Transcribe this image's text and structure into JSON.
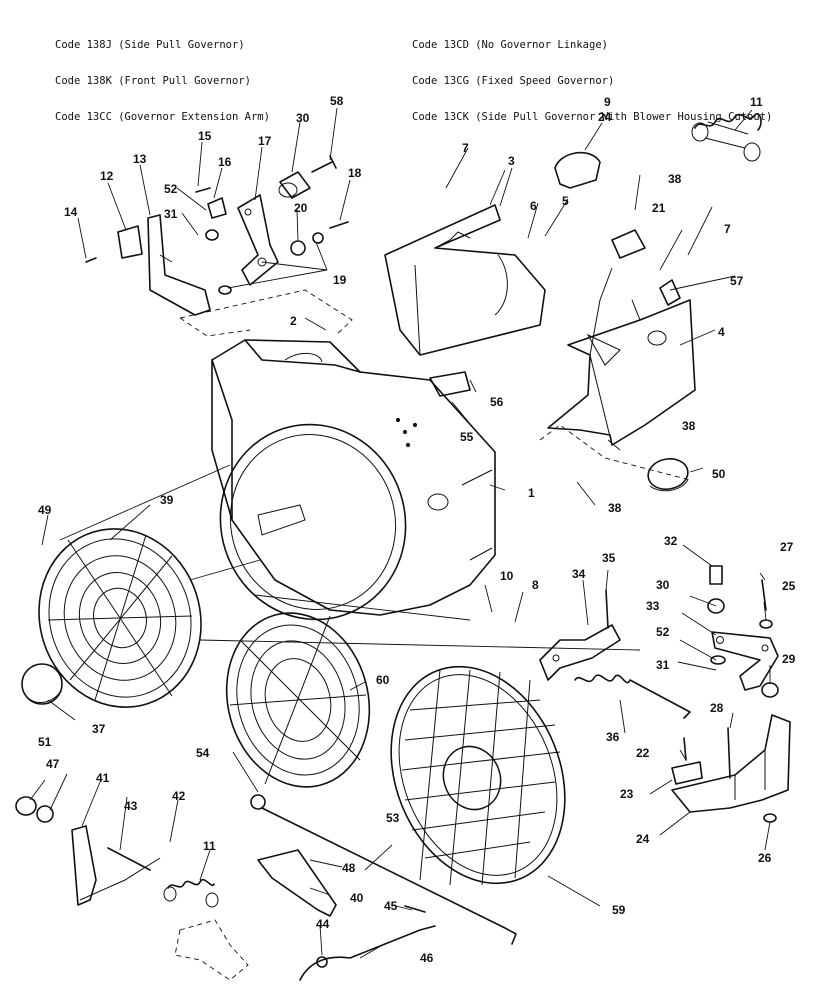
{
  "header": {
    "left_lines": [
      "Code 138J (Side Pull Governor)",
      "Code 138K (Front Pull Governor)",
      "Code 13CC (Governor Extension Arm)"
    ],
    "right_lines": [
      "Code 13CD (No Governor Linkage)",
      "Code 13CG (Fixed Speed Governor)",
      "Code 13CK (Side Pull Governor With Blower Housing Cutout)"
    ]
  },
  "callouts": {
    "c1": "1",
    "c2": "2",
    "c3": "3",
    "c4": "4",
    "c5": "5",
    "c6": "6",
    "c7a": "7",
    "c7b": "7",
    "c8": "8",
    "c9": "9",
    "c10": "10",
    "c11a": "11",
    "c11b": "11",
    "c12": "12",
    "c13": "13",
    "c14": "14",
    "c15": "15",
    "c16": "16",
    "c17": "17",
    "c18": "18",
    "c19": "19",
    "c20": "20",
    "c21": "21",
    "c22": "22",
    "c23": "23",
    "c24a": "24",
    "c24b": "24",
    "c25": "25",
    "c26": "26",
    "c27": "27",
    "c28": "28",
    "c29": "29",
    "c30a": "30",
    "c30b": "30",
    "c31a": "31",
    "c31b": "31",
    "c32": "32",
    "c33": "33",
    "c34": "34",
    "c35": "35",
    "c36": "36",
    "c37": "37",
    "c38a": "38",
    "c38b": "38",
    "c38c": "38",
    "c39": "39",
    "c40": "40",
    "c41": "41",
    "c42": "42",
    "c43": "43",
    "c44": "44",
    "c45": "45",
    "c46": "46",
    "c47": "47",
    "c48": "48",
    "c49": "49",
    "c50": "50",
    "c51": "51",
    "c52a": "52",
    "c52b": "52",
    "c53": "53",
    "c54": "54",
    "c55": "55",
    "c56": "56",
    "c57": "57",
    "c58": "58",
    "c59": "59",
    "c60": "60"
  }
}
